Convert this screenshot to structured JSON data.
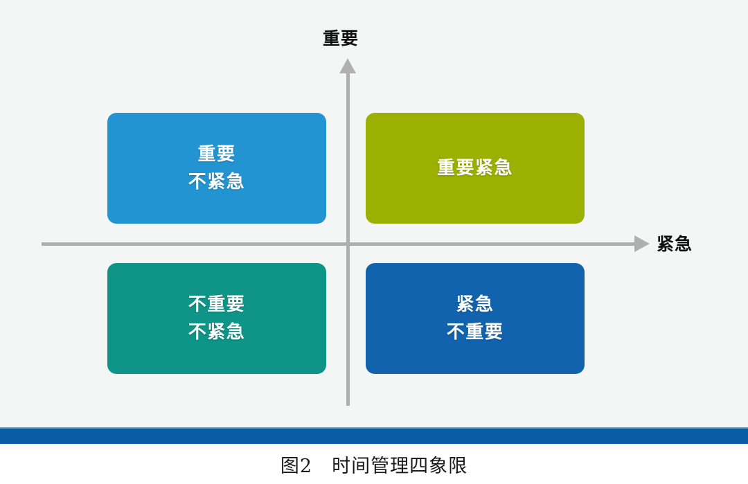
{
  "figure": {
    "background_color": "#f4f5f5",
    "axis_color": "#b0b0b0",
    "caption": "图2　时间管理四象限",
    "caption_number": "图2",
    "caption_title": "时间管理四象限"
  },
  "axes": {
    "y_label": "重要",
    "x_label": "紧急",
    "y_arrow_icon": "arrow-up-icon",
    "x_arrow_icon": "arrow-right-icon"
  },
  "quadrants": [
    {
      "id": "important-not-urgent",
      "position": "top-left",
      "lines": [
        "重要",
        "不紧急"
      ],
      "line1": "重要",
      "line2": "不紧急",
      "color": "#2394d2",
      "edge_color": "#1b6e9e"
    },
    {
      "id": "important-urgent",
      "position": "top-right",
      "lines": [
        "重要紧急"
      ],
      "line1": "重要紧急",
      "line2": "",
      "color": "#9bb000",
      "edge_color": "#74840a"
    },
    {
      "id": "not-important-not-urgent",
      "position": "bottom-left",
      "lines": [
        "不重要",
        "不紧急"
      ],
      "line1": "不重要",
      "line2": "不紧急",
      "color": "#0f9488",
      "edge_color": "#0a6f66"
    },
    {
      "id": "urgent-not-important",
      "position": "bottom-right",
      "lines": [
        "紧急",
        "不重要"
      ],
      "line1": "紧急",
      "line2": "不重要",
      "color": "#1163ae",
      "edge_color": "#0c4a83"
    }
  ],
  "divider": {
    "color": "#0a5ca4",
    "highlight_color": "#5aa3d0"
  }
}
